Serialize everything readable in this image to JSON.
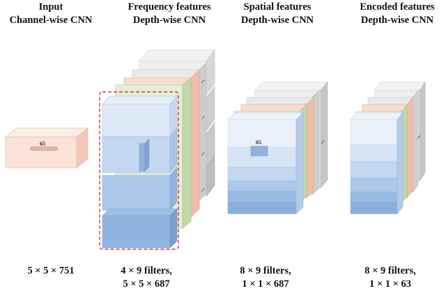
{
  "columns": [
    {
      "title_1": "Input",
      "title_2": "Channel-wise CNN",
      "caption_1": "5 × 5 × 751",
      "caption_2": ""
    },
    {
      "title_1": "Frequency features",
      "title_2": "Depth-wise CNN",
      "caption_1": "4 × 9 filters,",
      "caption_2": "5 × 5 × 687"
    },
    {
      "title_1": "Spatial features",
      "title_2": "Depth-wise CNN",
      "caption_1": "8 × 9 filters,",
      "caption_2": "1 × 1 × 687"
    },
    {
      "title_1": "Encoded features",
      "title_2": "Depth-wise CNN",
      "caption_1": "8 × 9 filters,",
      "caption_2": "1 × 1 × 63"
    }
  ],
  "markers": {
    "input_kernel": "65",
    "spatial_kernel": "65",
    "ellipsis": "..."
  },
  "colors": {
    "input_block": "#fbe3da",
    "frequency_blue": "#a9c7e9",
    "salmon_layer": "#f4c9b8",
    "green_layer": "#c9e0b8",
    "gray_layer": "#e6e6e6",
    "highlight_dash": "#e03131"
  }
}
